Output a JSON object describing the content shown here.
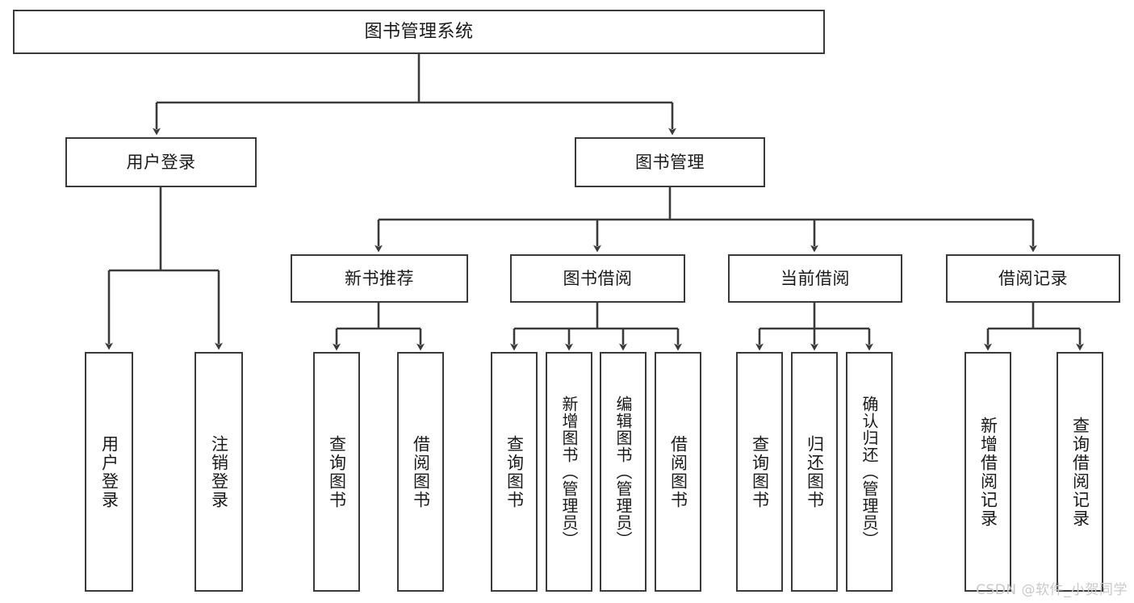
{
  "diagram": {
    "title": "图书管理系统",
    "type": "tree-hierarchy",
    "root": {
      "id": "root",
      "label": "图书管理系统"
    },
    "level2": [
      {
        "id": "user-login",
        "label": "用户登录"
      },
      {
        "id": "book-manage",
        "label": "图书管理"
      }
    ],
    "level3": [
      {
        "id": "new-book-rec",
        "label": "新书推荐",
        "parent": "book-manage"
      },
      {
        "id": "book-borrow",
        "label": "图书借阅",
        "parent": "book-manage"
      },
      {
        "id": "current-borrow",
        "label": "当前借阅",
        "parent": "book-manage"
      },
      {
        "id": "borrow-record",
        "label": "借阅记录",
        "parent": "book-manage"
      }
    ],
    "leaves": [
      {
        "id": "leaf-user-login",
        "label": "用户登录",
        "parent": "user-login"
      },
      {
        "id": "leaf-logout-login",
        "label": "注销登录",
        "parent": "user-login"
      },
      {
        "id": "leaf-query-book-1",
        "label": "查询图书",
        "parent": "new-book-rec"
      },
      {
        "id": "leaf-borrow-book-1",
        "label": "借阅图书",
        "parent": "new-book-rec"
      },
      {
        "id": "leaf-query-book-2",
        "label": "查询图书",
        "parent": "book-borrow"
      },
      {
        "id": "leaf-add-book",
        "label": "新增图书（管理员）",
        "parent": "book-borrow"
      },
      {
        "id": "leaf-edit-book",
        "label": "编辑图书（管理员）",
        "parent": "book-borrow"
      },
      {
        "id": "leaf-borrow-book-2",
        "label": "借阅图书",
        "parent": "book-borrow"
      },
      {
        "id": "leaf-query-book-3",
        "label": "查询图书",
        "parent": "current-borrow"
      },
      {
        "id": "leaf-return-book",
        "label": "归还图书",
        "parent": "current-borrow"
      },
      {
        "id": "leaf-confirm-return",
        "label": "确认归还（管理员）",
        "parent": "current-borrow"
      },
      {
        "id": "leaf-add-record",
        "label": "新增借阅记录",
        "parent": "borrow-record"
      },
      {
        "id": "leaf-query-record",
        "label": "查询借阅记录",
        "parent": "borrow-record"
      }
    ]
  },
  "watermark": {
    "text": "CSDN @软件_小贺同学"
  },
  "colors": {
    "stroke": "#3a3a3a",
    "fill": "#ffffff",
    "text": "#1a1a1a",
    "watermark": "#c9c9c9"
  }
}
